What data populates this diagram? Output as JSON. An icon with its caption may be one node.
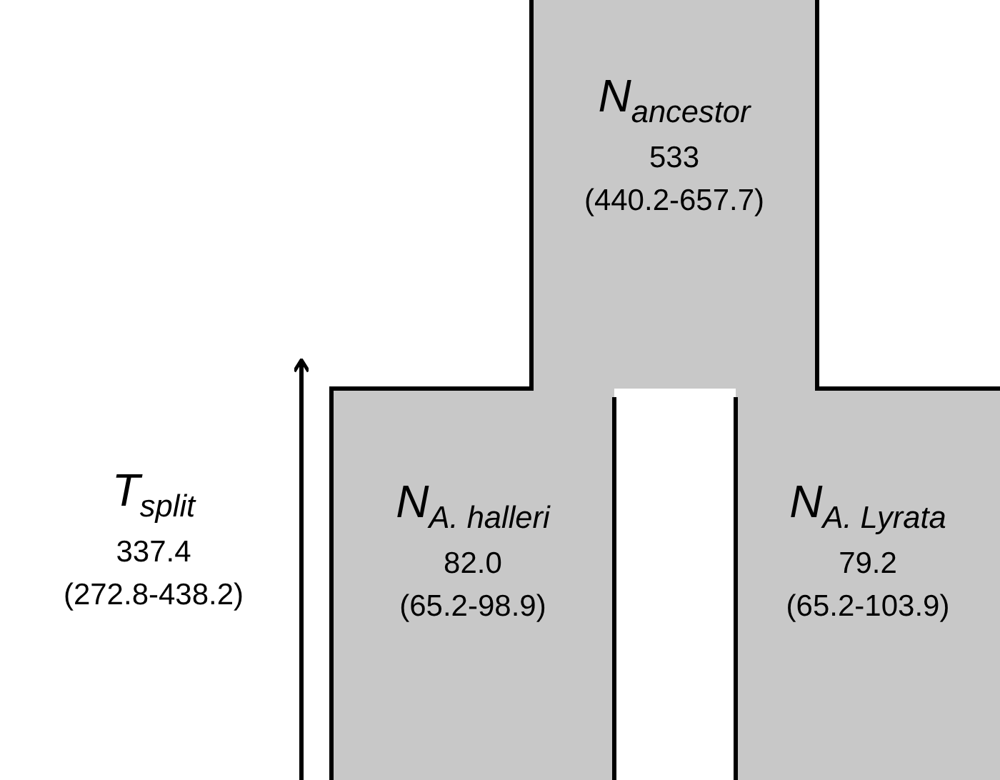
{
  "diagram": {
    "nodes": [
      {
        "text": [
          "N$_{ancestor}$",
          "533",
          "(440.2-657.7)"
        ]
      },
      {
        "text": [
          "N$_{A. halleri}$",
          "82.0",
          "(65.2-98.9)"
        ]
      },
      {
        "text": [
          "N$_{A. Lyrata}$",
          "79.2",
          "(65.2-103.9)"
        ]
      }
    ],
    "labels": [
      "T$_{split}$",
      "337.4",
      "(272.8-438.2)"
    ]
  }
}
